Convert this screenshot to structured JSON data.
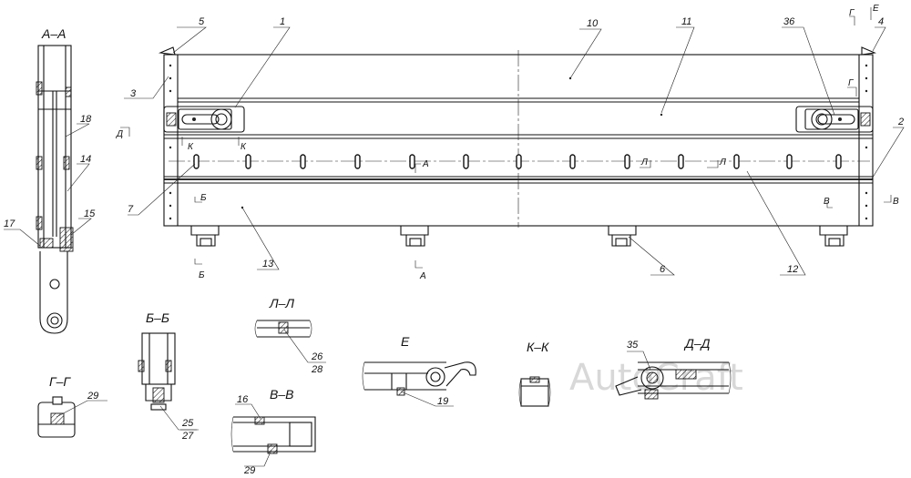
{
  "sections": {
    "aa": "А–А",
    "bb": "Б–Б",
    "gg": "Г–Г",
    "ll": "Л–Л",
    "vv": "В–В",
    "e": "Е",
    "kk": "К–К",
    "dd": "Д–Д"
  },
  "callouts": {
    "c1": "1",
    "c2": "2",
    "c3": "3",
    "c4": "4",
    "c5": "5",
    "c6": "6",
    "c7": "7",
    "c10": "10",
    "c11": "11",
    "c12": "12",
    "c13": "13",
    "c14": "14",
    "c15": "15",
    "c16": "16",
    "c17": "17",
    "c18": "18",
    "c19": "19",
    "c25": "25",
    "c26": "26",
    "c27": "27",
    "c28": "28",
    "c29a": "29",
    "c29b": "29",
    "c35": "35",
    "c36": "36"
  },
  "cut_marks": {
    "g": "Г",
    "e": "Е",
    "g2": "Г",
    "d": "Д",
    "k1": "К",
    "k2": "К",
    "l1": "Л",
    "l2": "Л",
    "a1": "А",
    "a2": "А",
    "b1": "Б",
    "b2": "Б",
    "v1": "В",
    "v2": "В"
  },
  "watermark": "AutoCraft"
}
